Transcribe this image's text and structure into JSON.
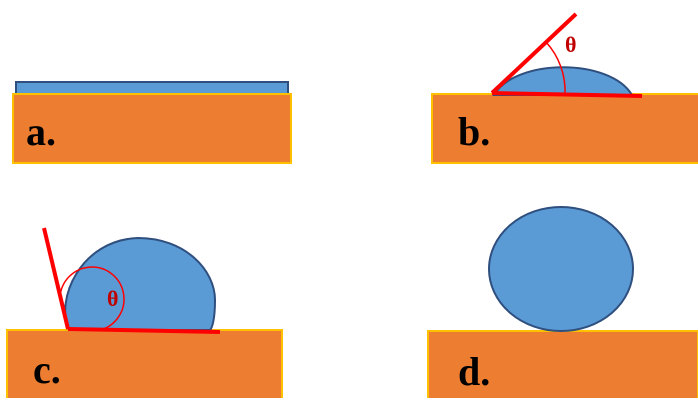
{
  "colors": {
    "substrate_fill": "#ED7D31",
    "substrate_border": "#FFC000",
    "droplet_fill": "#5B9BD5",
    "droplet_border": "#2F4F7F",
    "angle_line": "#FF0000",
    "label_text": "#000000"
  },
  "panels": {
    "a": {
      "label": "a."
    },
    "b": {
      "label": "b.",
      "angle_symbol": "θ"
    },
    "c": {
      "label": "c.",
      "angle_symbol": "θ"
    },
    "d": {
      "label": "d."
    }
  }
}
